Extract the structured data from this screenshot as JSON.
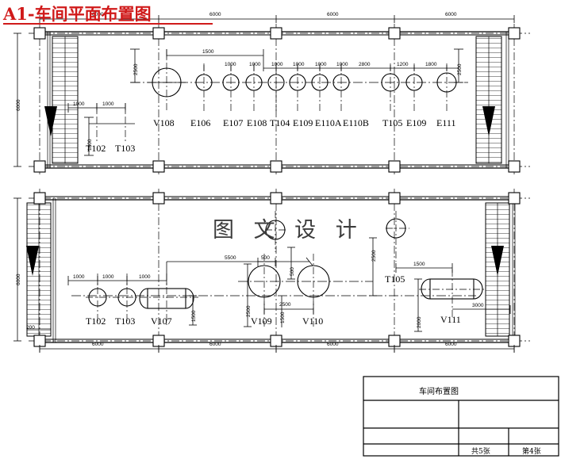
{
  "drawing": {
    "title": "A1-车间平面布置图",
    "watermark": "图 文 设 计",
    "accent_color": "#d01a1a",
    "line_color": "#000000",
    "background": "#ffffff"
  },
  "title_block": {
    "drawing_name": "车间布置图",
    "total_sheets": "共5张",
    "sheet_number": "第4张"
  },
  "plan_top": {
    "equipment": [
      {
        "tag": "V108",
        "shape": "large-circle"
      },
      {
        "tag": "E106",
        "shape": "circle"
      },
      {
        "tag": "E107",
        "shape": "circle"
      },
      {
        "tag": "E108",
        "shape": "circle"
      },
      {
        "tag": "T104",
        "shape": "circle"
      },
      {
        "tag": "E109",
        "shape": "circle"
      },
      {
        "tag": "E110A",
        "shape": "circle"
      },
      {
        "tag": "E110B",
        "shape": "circle"
      },
      {
        "tag": "T105",
        "shape": "circle"
      },
      {
        "tag": "E109",
        "shape": "circle"
      },
      {
        "tag": "E111",
        "shape": "circle"
      }
    ],
    "left_equipment": [
      {
        "tag": "T102",
        "shape": "circle"
      },
      {
        "tag": "T103",
        "shape": "circle"
      }
    ],
    "chain_dims": [
      "1500",
      "1000",
      "1000",
      "1000",
      "1000",
      "1000",
      "1000",
      "2800",
      "1200",
      "1800"
    ],
    "left_chain_dims": [
      "1000",
      "1000"
    ],
    "vert_dim_left": "2500",
    "vert_dim_right": "2500",
    "vert_dim_t102": "1800"
  },
  "plan_bottom": {
    "equipment": [
      {
        "tag": "T102",
        "shape": "circle"
      },
      {
        "tag": "T103",
        "shape": "circle"
      },
      {
        "tag": "V107",
        "shape": "horizontal-vessel"
      },
      {
        "tag": "V109",
        "shape": "large-circle"
      },
      {
        "tag": "V110",
        "shape": "large-circle"
      },
      {
        "tag": "T105",
        "shape": "circle"
      },
      {
        "tag": "V111",
        "shape": "horizontal-vessel"
      }
    ],
    "chain_dims": [
      "1000",
      "1000",
      "1000"
    ],
    "dim_5500": "5500",
    "dim_2500_v109": "2500",
    "dim_2500_between": "2500",
    "dim_1500_v107": "1500",
    "dim_2500_right": "2500",
    "dim_500": "500",
    "dim_500v": "500",
    "dim_1500_t105": "1500",
    "dim_3000": "3000",
    "dim_2000": "2000",
    "dim_200": "200",
    "vert_dim_left": "6000"
  },
  "grid": {
    "top_dims": [
      "6000",
      "6000",
      "6000",
      "6000"
    ],
    "bottom_dims": [
      "6000",
      "6000",
      "6000",
      "6000"
    ],
    "left_dim_top": "6000",
    "left_dim_bottom": "6000"
  }
}
